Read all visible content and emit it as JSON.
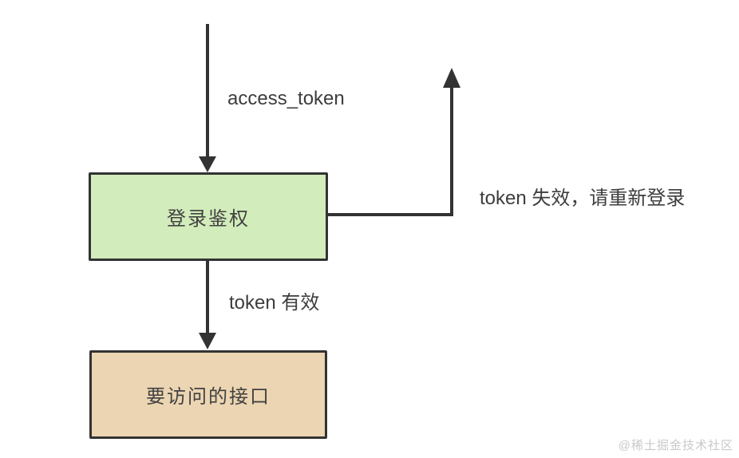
{
  "diagram": {
    "background_color": "#ffffff",
    "stroke_color": "#333333",
    "text_color": "#3d3d3d",
    "nodes": [
      {
        "id": "login-auth",
        "label": "登录鉴权",
        "fill": "#d2ecbb",
        "border_color": "#333333",
        "shape": "rectangle"
      },
      {
        "id": "target-api",
        "label": "要访问的接口",
        "fill": "#ecd5b2",
        "border_color": "#333333",
        "shape": "rectangle"
      }
    ],
    "edges": [
      {
        "id": "incoming-token",
        "label": "access_token",
        "from": "external-top",
        "to": "login-auth",
        "direction": "down"
      },
      {
        "id": "token-invalid",
        "label": "token 失效，请重新登录",
        "from": "login-auth",
        "to": "external-up",
        "direction": "right-then-up"
      },
      {
        "id": "token-valid",
        "label": "token 有效",
        "from": "login-auth",
        "to": "target-api",
        "direction": "down"
      }
    ]
  },
  "watermark": {
    "text": "@稀土掘金技术社区",
    "color": "#c9c9c9"
  }
}
